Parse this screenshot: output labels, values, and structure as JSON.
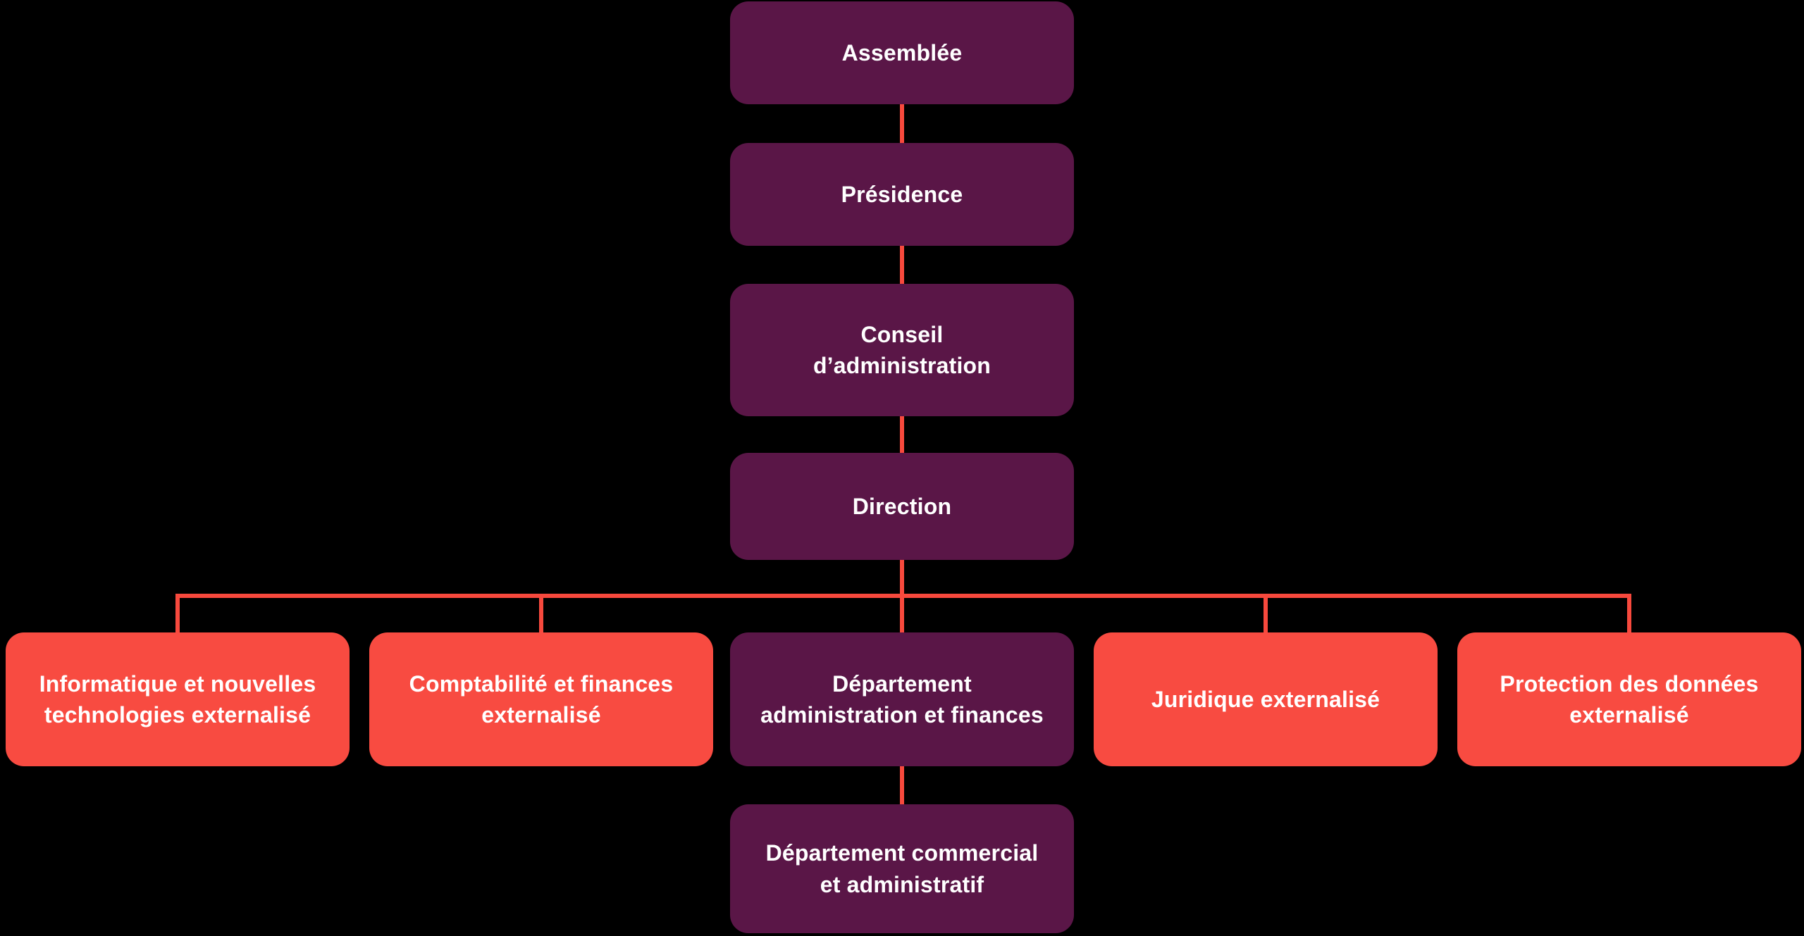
{
  "colors": {
    "background": "#000000",
    "primary_node": "#5A1647",
    "external_node": "#F84B41",
    "connector": "#F7493D",
    "text": "#FFFFFF"
  },
  "nodes": [
    {
      "id": "assemblee",
      "label": "Assemblée",
      "variant": "primary"
    },
    {
      "id": "presidence",
      "label": "Présidence",
      "variant": "primary"
    },
    {
      "id": "conseil",
      "label": "Conseil\nd’administration",
      "variant": "primary"
    },
    {
      "id": "direction",
      "label": "Direction",
      "variant": "primary"
    },
    {
      "id": "informatique",
      "label": "Informatique et nouvelles\ntechnologies externalisé",
      "variant": "external"
    },
    {
      "id": "comptabilite",
      "label": "Comptabilité et finances\nexternalisé",
      "variant": "external"
    },
    {
      "id": "dept-admin",
      "label": "Département\nadministration et finances",
      "variant": "primary"
    },
    {
      "id": "juridique",
      "label": "Juridique externalisé",
      "variant": "external"
    },
    {
      "id": "protection",
      "label": "Protection des données\nexternalisé",
      "variant": "external"
    },
    {
      "id": "dept-commercial",
      "label": "Département commercial\net administratif",
      "variant": "primary"
    }
  ],
  "edges": [
    {
      "from": "assemblee",
      "to": "presidence"
    },
    {
      "from": "presidence",
      "to": "conseil"
    },
    {
      "from": "conseil",
      "to": "direction"
    },
    {
      "from": "direction",
      "to": "informatique"
    },
    {
      "from": "direction",
      "to": "comptabilite"
    },
    {
      "from": "direction",
      "to": "dept-admin"
    },
    {
      "from": "direction",
      "to": "juridique"
    },
    {
      "from": "direction",
      "to": "protection"
    },
    {
      "from": "dept-admin",
      "to": "dept-commercial"
    }
  ]
}
